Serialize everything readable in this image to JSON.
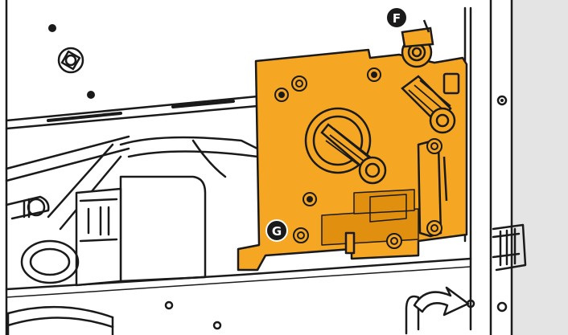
{
  "illustration": {
    "accent_color": "#F5A623",
    "line_color": "#1A1A1A",
    "shade_color": "#E4E4E4"
  },
  "callouts": [
    {
      "id": "F",
      "label": "F"
    },
    {
      "id": "G",
      "label": "G"
    }
  ],
  "icons": {
    "arrow": "curved-arrow-icon",
    "screw": "screw-icon",
    "gear": "gear-icon"
  }
}
